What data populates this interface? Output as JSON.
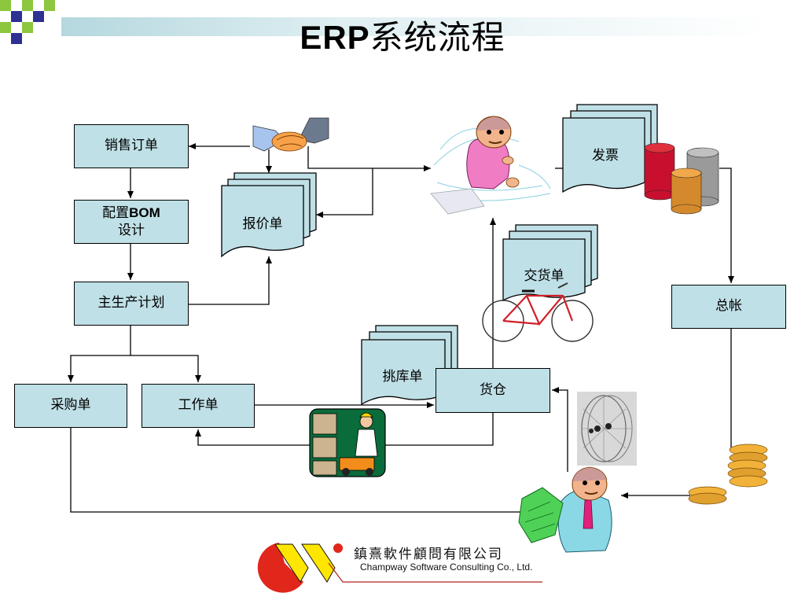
{
  "title": {
    "latin": "ERP",
    "cn": "系统流程"
  },
  "boxes": {
    "sales_order": "销售订单",
    "bom_line1": "配置",
    "bom_line1_bold": "BOM",
    "bom_line2": "设计",
    "mps": "主生产计划",
    "purchase_order": "采购单",
    "work_order": "工作单",
    "warehouse": "货仓",
    "ledger": "总帐"
  },
  "documents": {
    "quotation": "报价单",
    "invoice": "发票",
    "delivery": "交货单",
    "picking": "挑库单"
  },
  "logo": {
    "company_cn": "鎮熹軟件顧問有限公司",
    "company_en": "Champway Software Consulting Co., Ltd."
  },
  "colors": {
    "box_fill": "#bfe0e6",
    "accent_green": "#8dc63f",
    "accent_navy": "#2e3192",
    "logo_red": "#e1261c",
    "logo_yellow": "#ffe600"
  }
}
